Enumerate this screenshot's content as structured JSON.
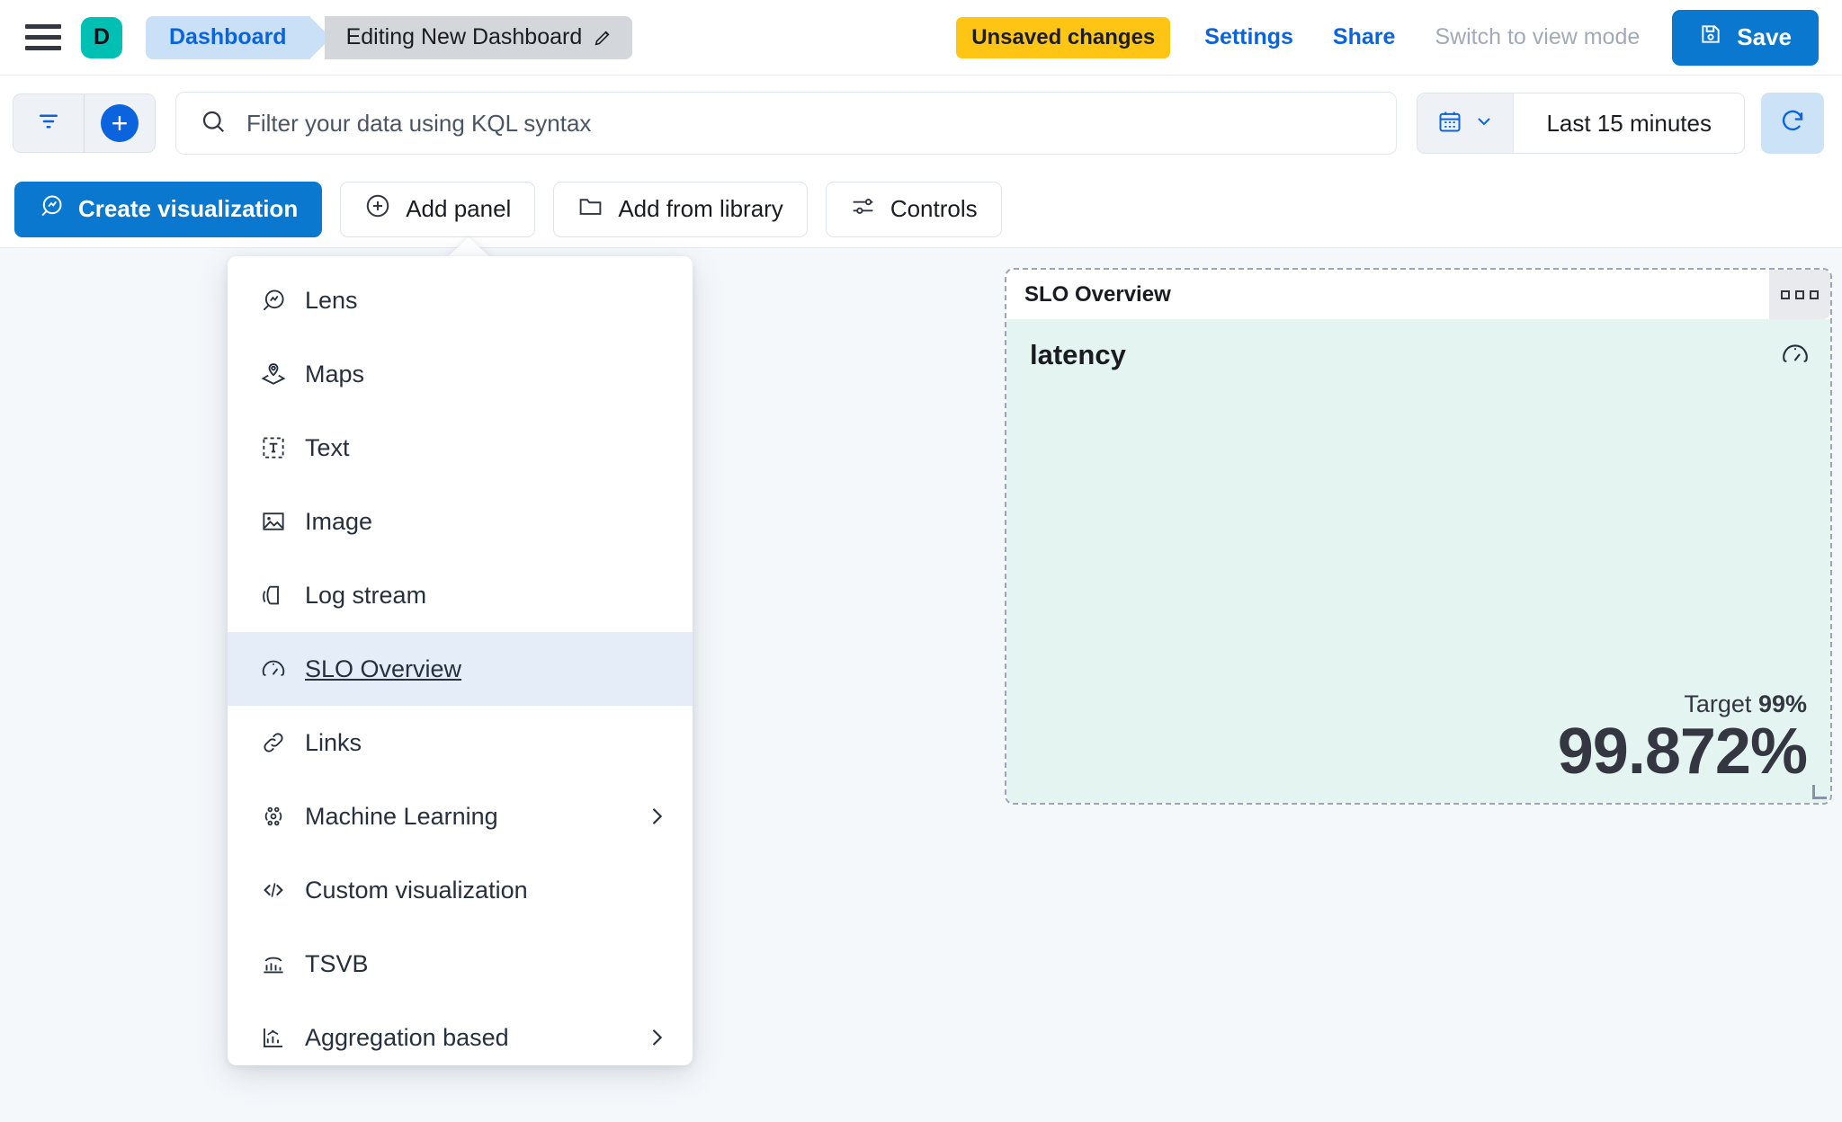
{
  "header": {
    "avatar_letter": "D",
    "breadcrumbs": [
      {
        "label": "Dashboard"
      },
      {
        "label": "Editing New Dashboard"
      }
    ],
    "unsaved_badge": "Unsaved changes",
    "settings_link": "Settings",
    "share_link": "Share",
    "view_mode_link": "Switch to view mode",
    "save_label": "Save"
  },
  "query_bar": {
    "search_placeholder": "Filter your data using KQL syntax",
    "date_range": "Last 15 minutes"
  },
  "toolbar": {
    "create_visualization": "Create visualization",
    "add_panel": "Add panel",
    "add_from_library": "Add from library",
    "controls": "Controls"
  },
  "add_panel_menu": {
    "items": [
      {
        "label": "Lens",
        "icon": "lens-icon",
        "submenu": false,
        "selected": false
      },
      {
        "label": "Maps",
        "icon": "maps-icon",
        "submenu": false,
        "selected": false
      },
      {
        "label": "Text",
        "icon": "text-icon",
        "submenu": false,
        "selected": false
      },
      {
        "label": "Image",
        "icon": "image-icon",
        "submenu": false,
        "selected": false
      },
      {
        "label": "Log stream",
        "icon": "log-stream-icon",
        "submenu": false,
        "selected": false
      },
      {
        "label": "SLO Overview",
        "icon": "gauge-icon",
        "submenu": false,
        "selected": true
      },
      {
        "label": "Links",
        "icon": "link-icon",
        "submenu": false,
        "selected": false
      },
      {
        "label": "Machine Learning",
        "icon": "machine-learning-icon",
        "submenu": true,
        "selected": false
      },
      {
        "label": "Custom visualization",
        "icon": "code-icon",
        "submenu": false,
        "selected": false
      },
      {
        "label": "TSVB",
        "icon": "tsvb-icon",
        "submenu": false,
        "selected": false
      },
      {
        "label": "Aggregation based",
        "icon": "aggregation-icon",
        "submenu": true,
        "selected": false
      }
    ]
  },
  "panel": {
    "title": "SLO Overview",
    "slo_name": "latency",
    "target_label": "Target",
    "target_value": "99%",
    "value": "99.872%"
  },
  "colors": {
    "accent_blue": "#0b78d0",
    "link_blue": "#0b64dd",
    "warning_yellow": "#fec514",
    "avatar_teal": "#00bfb3",
    "panel_body_mint": "#e4f4f0",
    "page_background": "#f5f8fb"
  }
}
